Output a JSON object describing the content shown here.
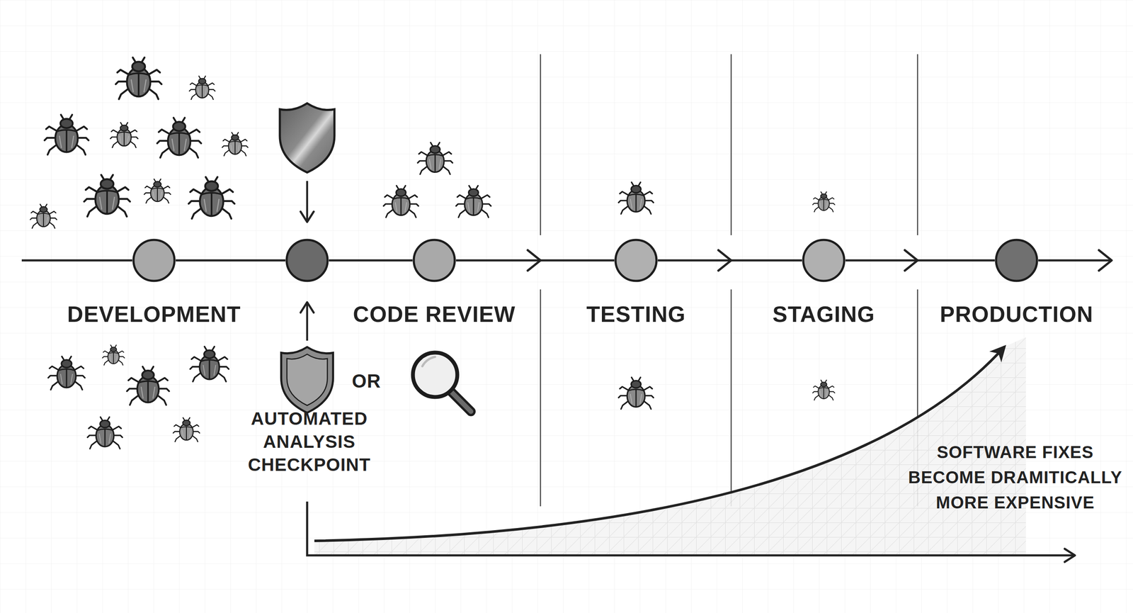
{
  "diagram": {
    "nodes": [
      {
        "text": [
          "DEVELOPMENT"
        ]
      },
      {
        "text": [
          "AUTOMATED ANALYSIS CHECKPOINT"
        ]
      },
      {
        "text": [
          "CODE REVIEW"
        ]
      },
      {
        "text": [
          "TESTING"
        ]
      },
      {
        "text": [
          "STAGING"
        ]
      },
      {
        "text": [
          "PRODUCTION"
        ]
      }
    ],
    "edges": [
      {
        "from": 0,
        "to": 1,
        "arrow": "none"
      },
      {
        "from": 1,
        "to": 2,
        "arrow": "none"
      },
      {
        "from": 2,
        "to": 3,
        "arrow": "to"
      },
      {
        "from": 3,
        "to": 4,
        "arrow": "to"
      },
      {
        "from": 4,
        "to": 5,
        "arrow": "to"
      }
    ],
    "labels": [
      "OR",
      "SOFTWARE FIXES BECOME DRAMITICALLY MORE EXPENSIVE"
    ]
  }
}
